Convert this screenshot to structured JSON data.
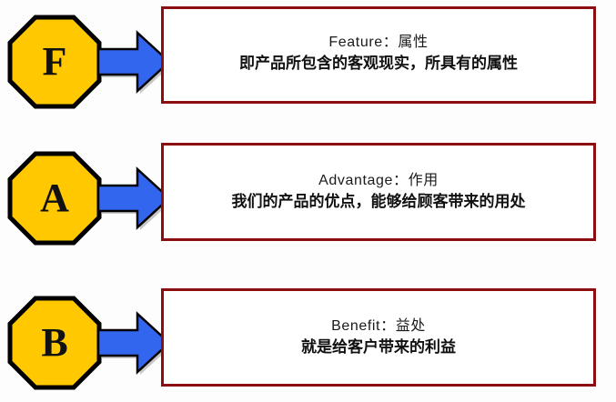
{
  "diagram": {
    "type": "fab-selling-model",
    "colors": {
      "octagon_fill": "#FFC800",
      "octagon_stroke": "#000000",
      "arrow_fill": "#3366EE",
      "arrow_stroke": "#000000",
      "box_border": "#8B0F0F",
      "box_background": "#FFFFFF",
      "text": "#111111",
      "page_background": "#FDFDFD"
    },
    "rows": [
      {
        "id": "feature",
        "badge_letter": "F",
        "title": "Feature：属性",
        "description": "即产品所包含的客观现实，所具有的属性"
      },
      {
        "id": "advantage",
        "badge_letter": "A",
        "title": "Advantage：作用",
        "description": "我们的产品的优点，能够给顾客带来的用处"
      },
      {
        "id": "benefit",
        "badge_letter": "B",
        "title": "Benefit：益处",
        "description": "就是给客户带来的利益"
      }
    ]
  }
}
